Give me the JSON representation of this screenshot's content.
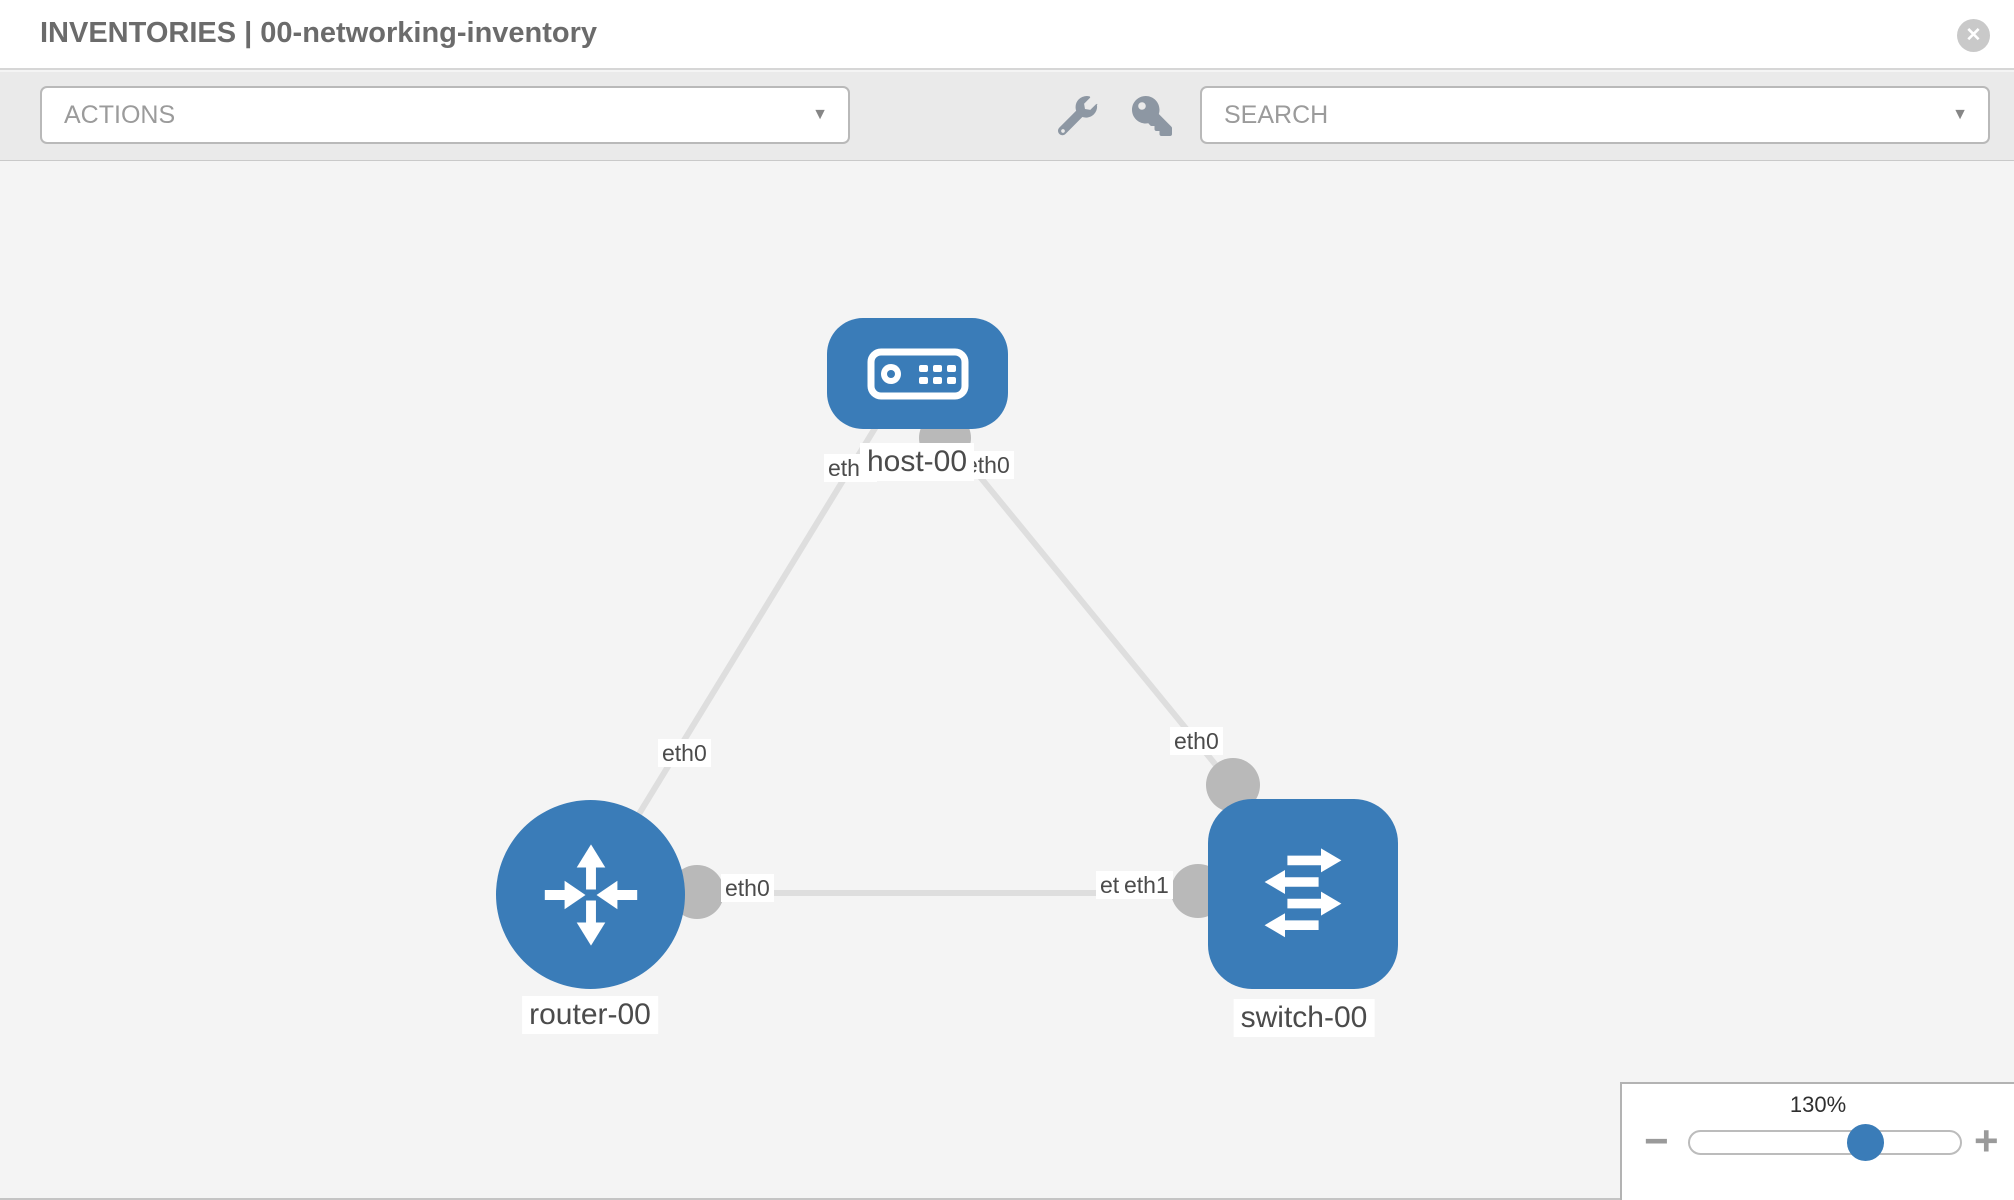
{
  "header": {
    "title": "INVENTORIES | 00-networking-inventory"
  },
  "icons": {
    "close": "✕",
    "chevron": "▼",
    "minus": "−",
    "plus": "+",
    "wrench": "wrench-icon",
    "key": "key-icon"
  },
  "toolbar": {
    "actions_label": "ACTIONS",
    "search_placeholder": "SEARCH"
  },
  "topology": {
    "nodes": [
      {
        "id": "host-00",
        "label": "host-00",
        "type": "host",
        "shape": "rounded-rect"
      },
      {
        "id": "router-00",
        "label": "router-00",
        "type": "router",
        "shape": "circle"
      },
      {
        "id": "switch-00",
        "label": "switch-00",
        "type": "switch",
        "shape": "rounded-square"
      }
    ],
    "links": [
      {
        "from": "router-00",
        "to": "host-00",
        "from_interface": "eth0",
        "to_interface": "eth0"
      },
      {
        "from": "host-00",
        "to": "switch-00",
        "from_interface": "eth0",
        "to_interface": "eth0"
      },
      {
        "from": "router-00",
        "to": "switch-00",
        "from_interface": "eth0",
        "to_interface": "eth1"
      }
    ],
    "labels": {
      "host": "host-00",
      "router": "router-00",
      "switch": "switch-00",
      "host_left_iface": "eth0",
      "host_right_iface": "eth0",
      "router_host_link_iface": "eth0",
      "switch_top_iface": "eth0",
      "router_switch_link_iface": "eth0",
      "switch_iface_under": "eth0",
      "switch_iface_over": "eth1"
    }
  },
  "zoom_control": {
    "level": "130%"
  },
  "colors": {
    "node_blue": "#3a7cb8",
    "connector_gray": "#b9b9b9",
    "link_gray": "#dedede",
    "canvas_bg": "#f4f4f4",
    "toolbar_bg": "#eaeaea"
  }
}
